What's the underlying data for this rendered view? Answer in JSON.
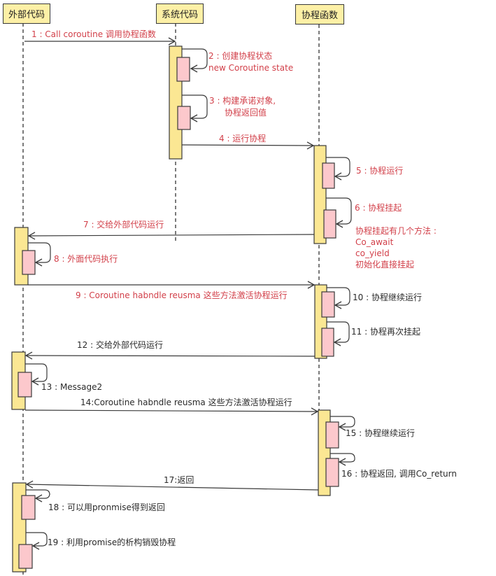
{
  "participants": [
    {
      "id": "outer",
      "label": "外部代码"
    },
    {
      "id": "system",
      "label": "系统代码"
    },
    {
      "id": "coroutine",
      "label": "协程函数"
    }
  ],
  "messages": [
    {
      "n": 1,
      "text": "1 : Call coroutine 调用协程函数",
      "from": "outer",
      "to": "system",
      "color": "red"
    },
    {
      "n": 2,
      "lines": [
        "2 : 创建协程状态",
        "new Coroutine state"
      ],
      "from": "system",
      "to": "system",
      "color": "red"
    },
    {
      "n": 3,
      "lines": [
        "3 : 构建承诺对象,",
        "协程返回值"
      ],
      "from": "system",
      "to": "system",
      "color": "red"
    },
    {
      "n": 4,
      "text": "4 : 运行协程",
      "from": "system",
      "to": "coroutine",
      "color": "red"
    },
    {
      "n": 5,
      "text": "5 : 协程运行",
      "from": "coroutine",
      "to": "coroutine",
      "color": "red"
    },
    {
      "n": 6,
      "text": "6 : 协程挂起",
      "from": "coroutine",
      "to": "coroutine",
      "color": "red"
    },
    {
      "n": 7,
      "text": "7 : 交给外部代码运行",
      "from": "coroutine",
      "to": "outer",
      "color": "red"
    },
    {
      "n": 8,
      "text": "8 : 外面代码执行",
      "from": "outer",
      "to": "outer",
      "color": "red"
    },
    {
      "n": 9,
      "text": "9 : Coroutine habndle reusma 这些方法激活协程运行",
      "from": "outer",
      "to": "coroutine",
      "color": "red"
    },
    {
      "n": 10,
      "text": "10 : 协程继续运行",
      "from": "coroutine",
      "to": "coroutine",
      "color": "dark"
    },
    {
      "n": 11,
      "text": "11 : 协程再次挂起",
      "from": "coroutine",
      "to": "coroutine",
      "color": "dark"
    },
    {
      "n": 12,
      "text": "12 : 交给外部代码运行",
      "from": "coroutine",
      "to": "outer",
      "color": "dark"
    },
    {
      "n": 13,
      "text": "13 : Message2",
      "from": "outer",
      "to": "outer",
      "color": "dark"
    },
    {
      "n": 14,
      "text": "14:Coroutine habndle reusma 这些方法激活协程运行",
      "from": "outer",
      "to": "coroutine",
      "color": "dark"
    },
    {
      "n": 15,
      "text": "15 : 协程继续运行",
      "from": "coroutine",
      "to": "coroutine",
      "color": "dark"
    },
    {
      "n": 16,
      "text": "16 : 协程返回, 调用Co_return",
      "from": "coroutine",
      "to": "coroutine",
      "color": "dark"
    },
    {
      "n": 17,
      "text": "17:返回",
      "from": "coroutine",
      "to": "outer",
      "color": "dark"
    },
    {
      "n": 18,
      "text": "18 : 可以用pronmise得到返回",
      "from": "outer",
      "to": "outer",
      "color": "dark"
    },
    {
      "n": 19,
      "text": "19 : 利用promise的析构销毁协程",
      "from": "outer",
      "to": "outer",
      "color": "dark"
    }
  ],
  "note": {
    "lines": [
      "协程挂起有几个方法 :",
      "Co_await",
      "co_yield",
      "初始化直接挂起"
    ],
    "color": "red"
  },
  "colors": {
    "header_fill": "#fdf0a6",
    "activation_fill": "#fbe793",
    "nested_fill": "#fcc8cc",
    "line": "#3a3a3a",
    "red_text": "#d2404a",
    "dark_text": "#2a2a2a"
  }
}
